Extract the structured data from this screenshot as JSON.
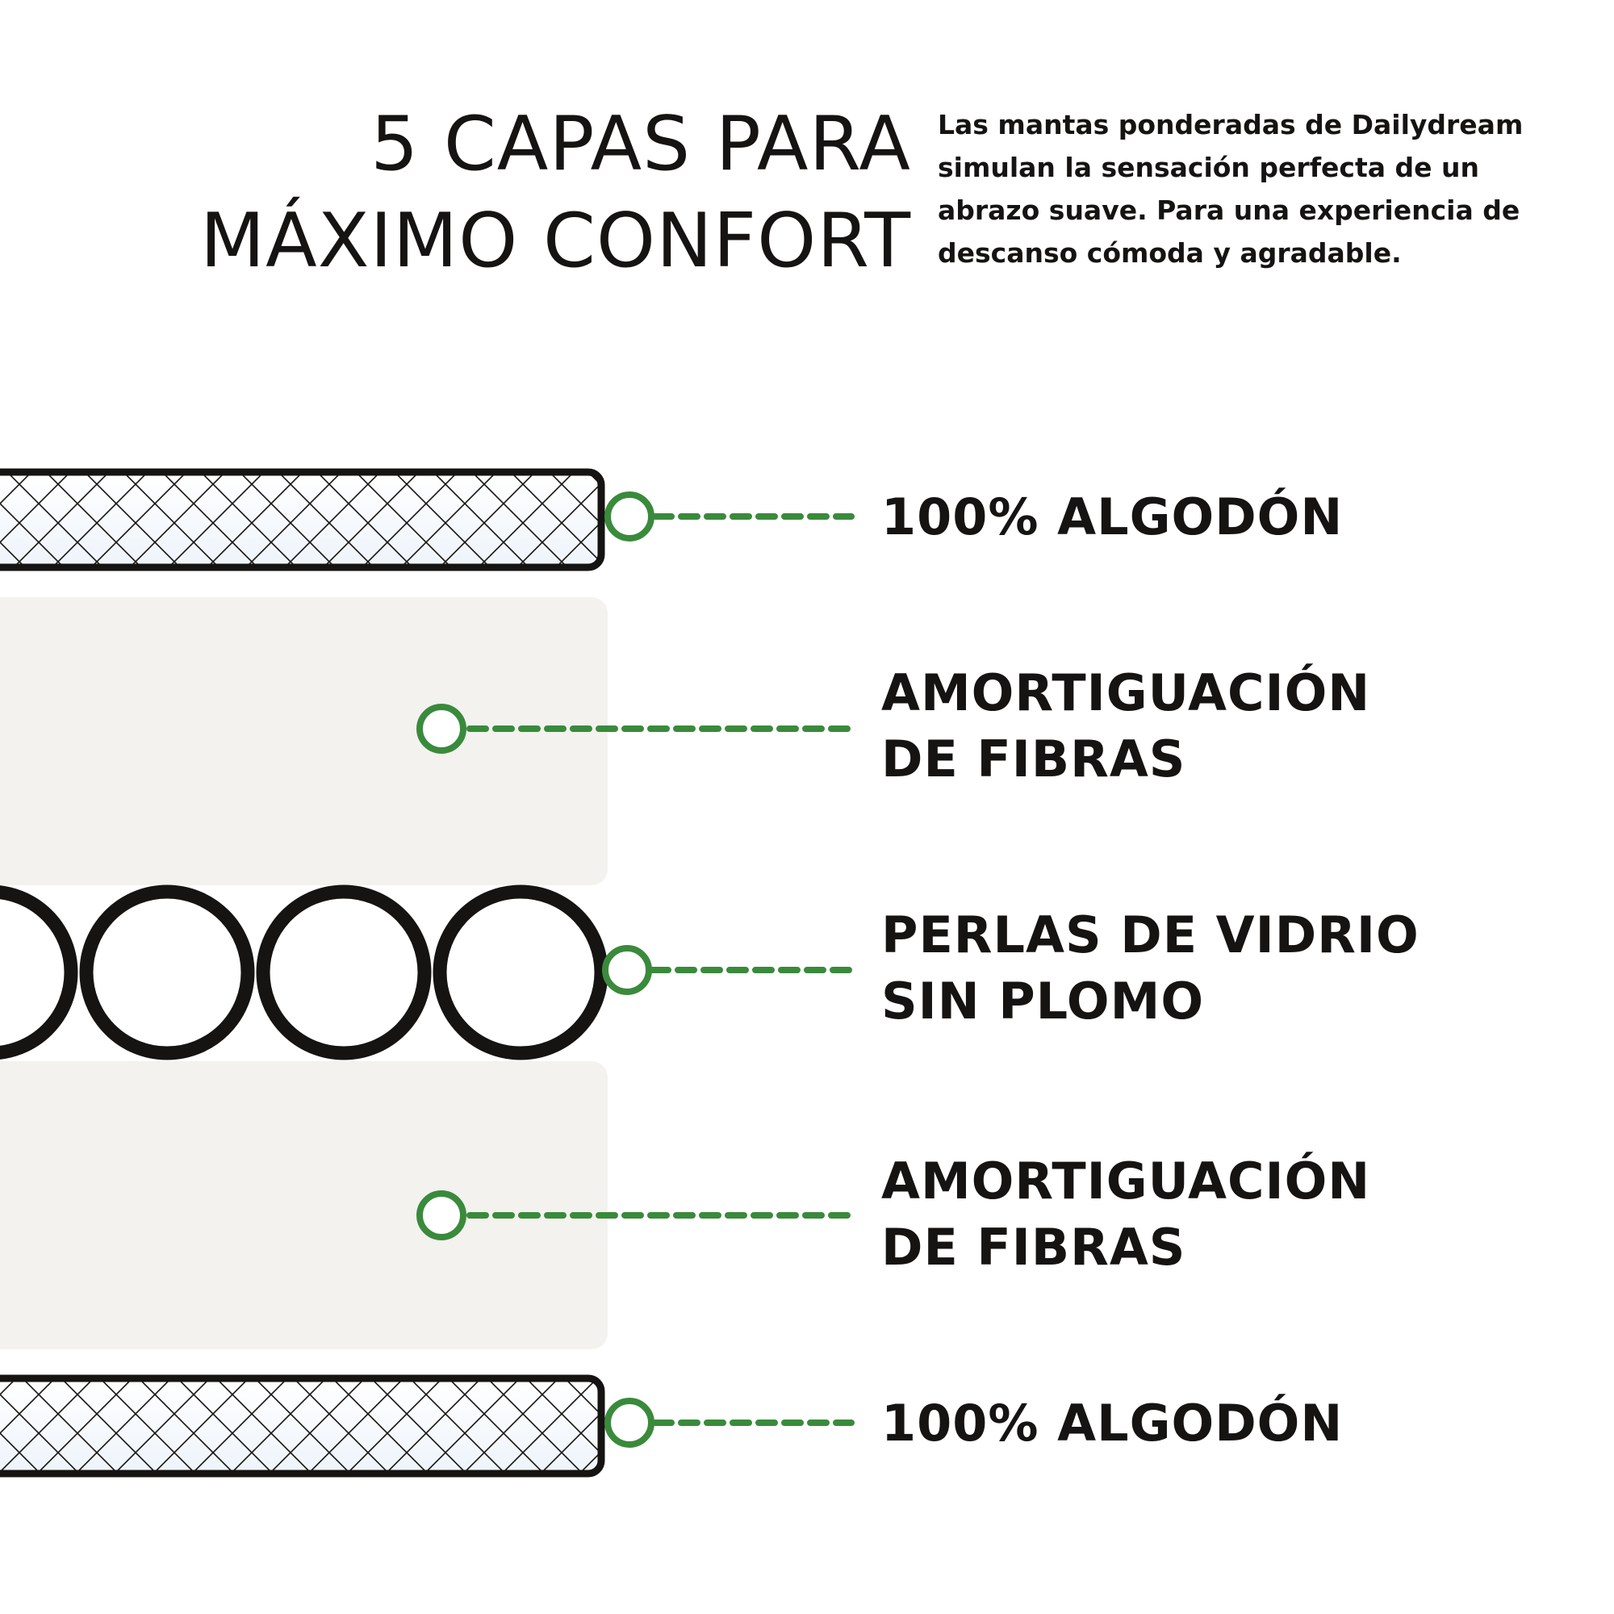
{
  "header": {
    "title_lines": [
      "5 CAPAS PARA",
      "MÁXIMO CONFORT"
    ],
    "description_lines": [
      "Las mantas ponderadas de Dailydream",
      "simulan la sensación perfecta de un",
      "abrazo suave. Para una experiencia de",
      "descanso cómoda y agradable."
    ]
  },
  "layers": [
    {
      "kind": "cotton-quilted",
      "label_lines": [
        "100% ALGODÓN"
      ]
    },
    {
      "kind": "fiber-padding",
      "label_lines": [
        "AMORTIGUACIÓN",
        "DE FIBRAS"
      ]
    },
    {
      "kind": "glass-beads",
      "label_lines": [
        "PERLAS DE VIDRIO",
        "SIN PLOMO"
      ]
    },
    {
      "kind": "fiber-padding",
      "label_lines": [
        "AMORTIGUACIÓN",
        "DE FIBRAS"
      ]
    },
    {
      "kind": "cotton-quilted",
      "label_lines": [
        "100% ALGODÓN"
      ]
    }
  ],
  "colors": {
    "accent_green": "#3a8a3c",
    "outline": "#151412",
    "padding_fill": "#f3f2ee",
    "cotton_fill": "#f4f8fd"
  }
}
